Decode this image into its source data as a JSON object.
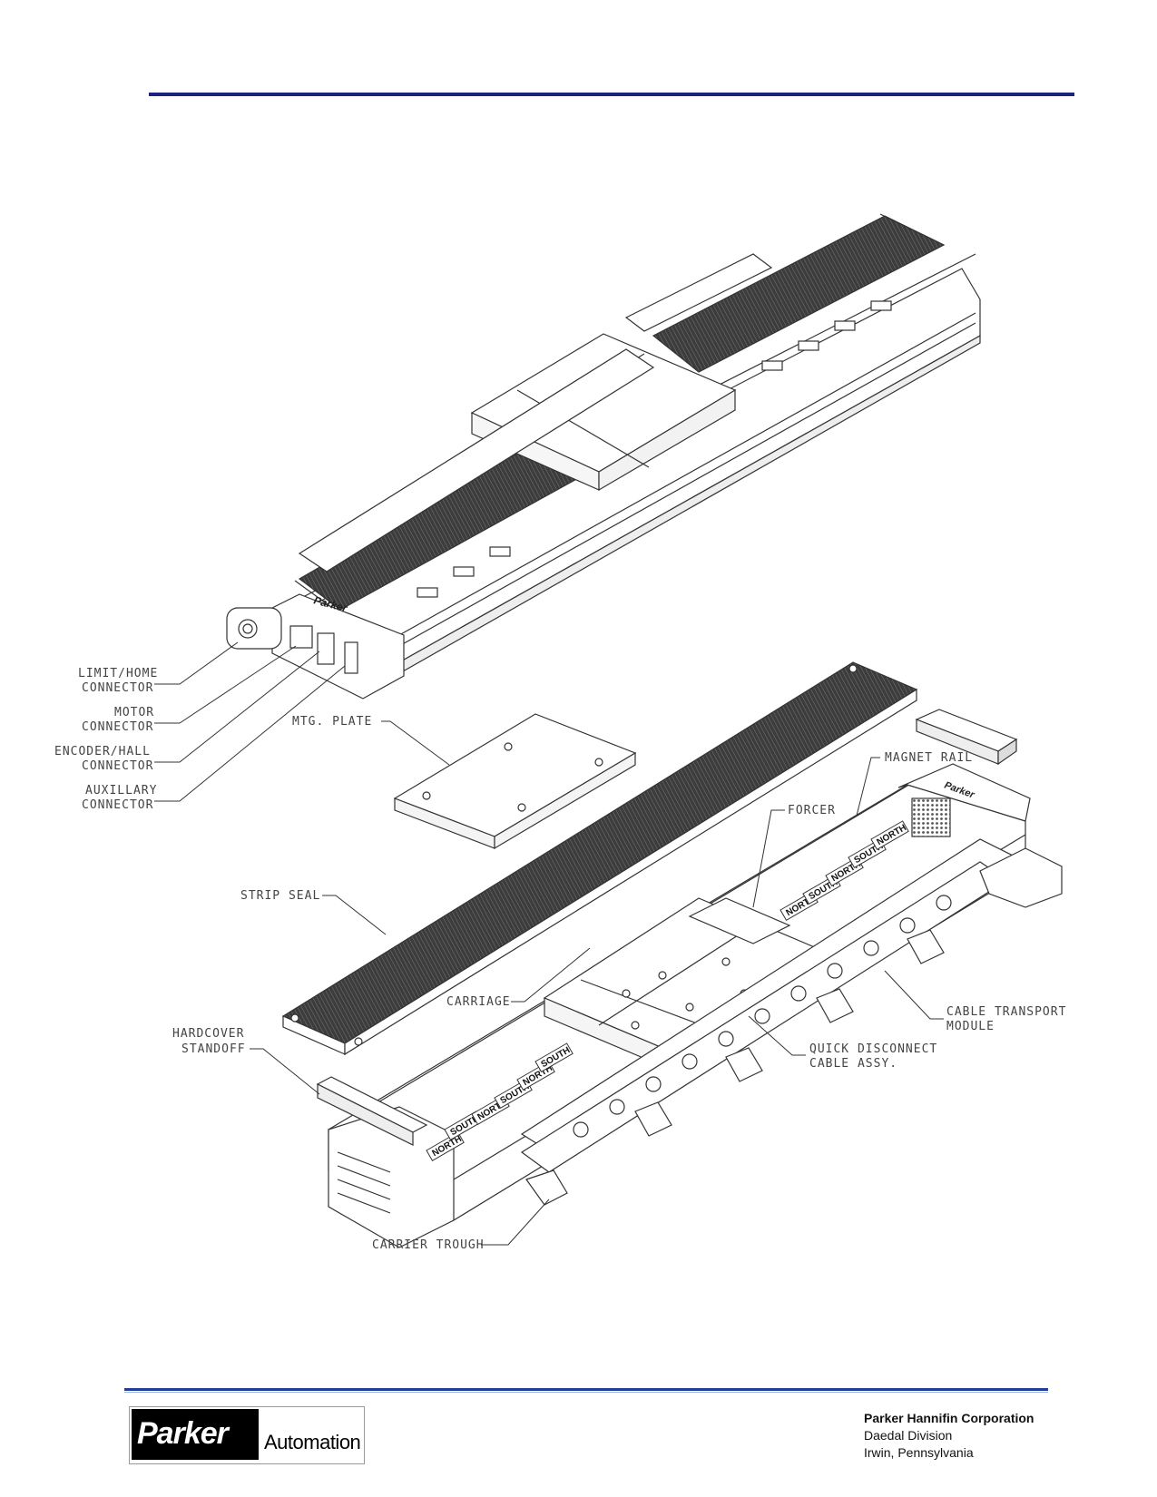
{
  "labels": {
    "limit_home": [
      "LIMIT/HOME",
      "CONNECTOR"
    ],
    "motor": [
      "MOTOR",
      "CONNECTOR"
    ],
    "encoder_hall": [
      "ENCODER/HALL",
      "CONNECTOR"
    ],
    "auxillary": [
      "AUXILLARY",
      "CONNECTOR"
    ],
    "mtg_plate": "MTG. PLATE",
    "magnet_rail": "MAGNET RAIL",
    "forcer": "FORCER",
    "strip_seal": "STRIP SEAL",
    "carriage": "CARRIAGE",
    "cable_transport": [
      "CABLE TRANSPORT",
      "MODULE"
    ],
    "hardcover_standoff": [
      "HARDCOVER",
      "STANDOFF"
    ],
    "quick_disconnect": [
      "QUICK DISCONNECT",
      "CABLE ASSY."
    ],
    "carrier_trough": "CARRIER TROUGH"
  },
  "magnets": {
    "north": "NORTH",
    "south": "SOUTH"
  },
  "brand_mark": "Parker",
  "footer": {
    "logo_word": "Parker",
    "logo_suffix": "Automation",
    "company": "Parker Hannifin Corporation",
    "division": "Daedal Division",
    "location": "Irwin, Pennsylvania"
  },
  "colors": {
    "rule": "#1a237e",
    "seal": "#3a3a3a"
  }
}
